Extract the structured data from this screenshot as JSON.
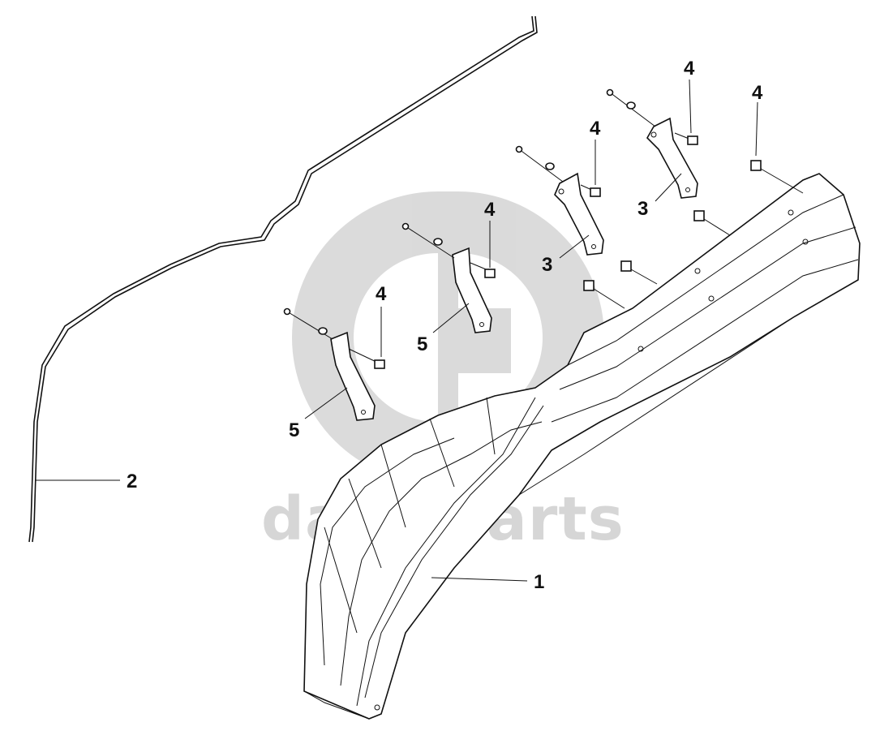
{
  "watermark": {
    "text": "data-parts",
    "color": "#c9c9c9"
  },
  "callouts": {
    "c1": "1",
    "c2": "2",
    "c3a": "3",
    "c3b": "3",
    "c4a": "4",
    "c4b": "4",
    "c4c": "4",
    "c4d": "4",
    "c4e": "4",
    "c5a": "5",
    "c5b": "5"
  }
}
